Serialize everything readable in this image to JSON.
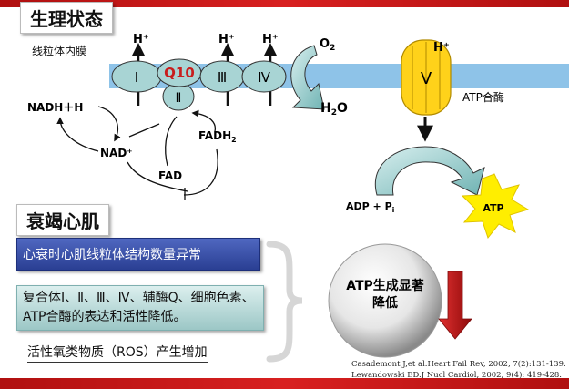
{
  "sections": {
    "physiology_title": "生理状态",
    "heart_failure_title": "衰竭心肌"
  },
  "membrane": {
    "label": "线粒体内膜",
    "complexes": [
      "Ⅰ",
      "Q10",
      "Ⅱ",
      "Ⅲ",
      "Ⅳ"
    ],
    "atp_synthase_symbol": "Ⅴ",
    "atp_synthase_label": "ATP合酶"
  },
  "proton": {
    "label": "H⁺"
  },
  "chemistry": {
    "nadh": "NADH＋H",
    "nad": "NAD⁺",
    "fad": "FAD",
    "fadh2_base": "FADH",
    "fadh2_sub": "2",
    "o2_base": "O",
    "o2_sub": "2",
    "h2o_pre": "H",
    "h2o_sub": "2",
    "h2o_post": "O",
    "adp_pi": "ADP + P",
    "pi_sub": "i",
    "atp_star": "ATP"
  },
  "findings": {
    "structure": "心衰时心肌线粒体结构数量异常",
    "expression": "复合体Ⅰ、Ⅱ、Ⅲ、Ⅳ、辅酶Q、细胞色素、ATP合酶的表达和活性降低。",
    "ros": "活性氧类物质（ROS）产生增加"
  },
  "result": {
    "line1": "ATP生成显著",
    "line2": "降低"
  },
  "references": [
    "Casademont J,et al.Heart Fail Rev, 2002, 7(2):131-139.",
    "Lewandowski ED.J Nucl Cardiol, 2002, 9(4): 419-428."
  ],
  "colors": {
    "accent_red": "#c81e1e",
    "membrane_blue": "#8ec3e8",
    "complex_teal": "#a8d4d4",
    "atp_synthase_yellow": "#ffd21a",
    "star_yellow": "#ffee00",
    "box_blue": "#2a3f93"
  }
}
